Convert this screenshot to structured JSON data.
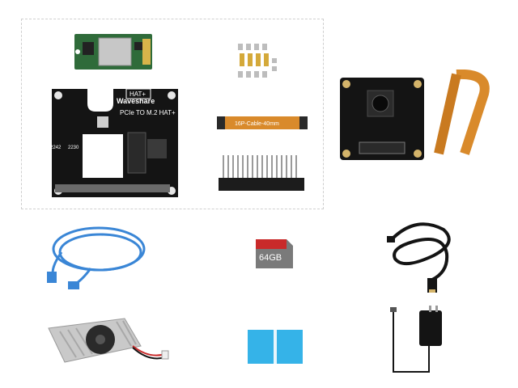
{
  "kit": {
    "hat_brand": "Waveshare",
    "hat_badge": "HAT+",
    "hat_title": "PCIe TO M.2 HAT+",
    "slot_label_a": "2242",
    "slot_label_b": "2230",
    "cable_label": "16P-Cable-40mm",
    "sd_capacity": "64GB",
    "colors": {
      "pcb": "#141414",
      "ribbon": "#d98a2b",
      "ethernet": "#3a86d6",
      "sd_red": "#c92a2a",
      "heatsink": "#c9c9c9",
      "blue_pads": "#35b3e8"
    }
  }
}
